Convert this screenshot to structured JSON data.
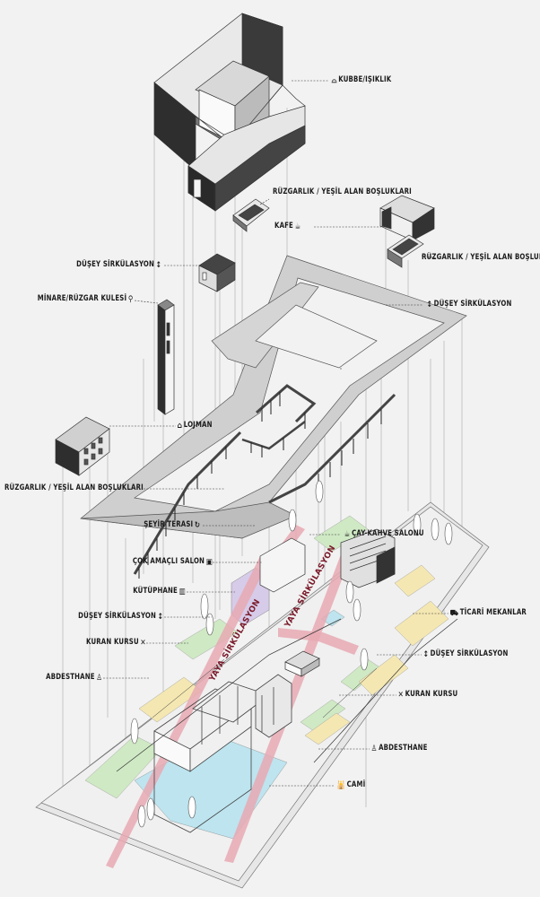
{
  "labels": {
    "kubbe": {
      "text": "KUBBE/IŞIKLIK",
      "icon": "dome-icon"
    },
    "ruzgar_top": {
      "text": "RÜZGARLIK / YEŞİL ALAN BOŞLUKLARI"
    },
    "kafe": {
      "text": "KAFE",
      "icon": "cup-icon"
    },
    "ruzgar_right": {
      "text": "RÜZGARLIK / YEŞİL ALAN BOŞLUKLARI"
    },
    "dusey_1": {
      "text": "DÜŞEY SİRKÜLASYON",
      "icon": "up-down-arrow-icon"
    },
    "minare": {
      "text": "MİNARE/RÜZGAR KULESİ",
      "icon": "minaret-icon"
    },
    "dusey_2": {
      "text": "DÜŞEY SİRKÜLASYON",
      "icon": "up-down-arrow-icon"
    },
    "lojman": {
      "text": "LOJMAN",
      "icon": "house-icon"
    },
    "ruzgar_left": {
      "text": "RÜZGARLIK / YEŞİL ALAN BOŞLUKLARI"
    },
    "seyir": {
      "text": "ŞEYİR TERASI",
      "icon": "rotate-icon"
    },
    "cay": {
      "text": "ÇAY-KAHVE SALONU",
      "icon": "cup-icon"
    },
    "cok_amacli": {
      "text": "ÇOK AMAÇLI SALON",
      "icon": "screen-icon"
    },
    "kutuphane": {
      "text": "KÜTÜPHANE",
      "icon": "books-icon"
    },
    "ticari": {
      "text": "TİCARİ MEKANLAR",
      "icon": "cart-icon"
    },
    "dusey_3": {
      "text": "DÜŞEY SİRKÜLASYON",
      "icon": "up-down-arrow-icon"
    },
    "dusey_4": {
      "text": "DÜŞEY SİRKÜLASYON",
      "icon": "up-down-arrow-icon"
    },
    "kuran_1": {
      "text": "KURAN KURSU",
      "icon": "book-stand-icon"
    },
    "kuran_2": {
      "text": "KURAN KURSU",
      "icon": "book-stand-icon"
    },
    "abdest_1": {
      "text": "ABDESTHANE",
      "icon": "person-icon"
    },
    "abdest_2": {
      "text": "ABDESTHANE",
      "icon": "person-icon"
    },
    "cami": {
      "text": "CAMİ",
      "icon": "mosque-icon"
    }
  },
  "paths": {
    "yaya_1": "YAYA SİRKÜLASYON",
    "yaya_2": "YAYA SİRKÜLASYON"
  },
  "colors": {
    "pedestrian": "#e8a9b3",
    "green": "#cfe9c4",
    "water": "#bde4ef",
    "yellow": "#f4e7b2",
    "purple": "#d6cbe8",
    "dark_wall": "#2e2e2e"
  }
}
